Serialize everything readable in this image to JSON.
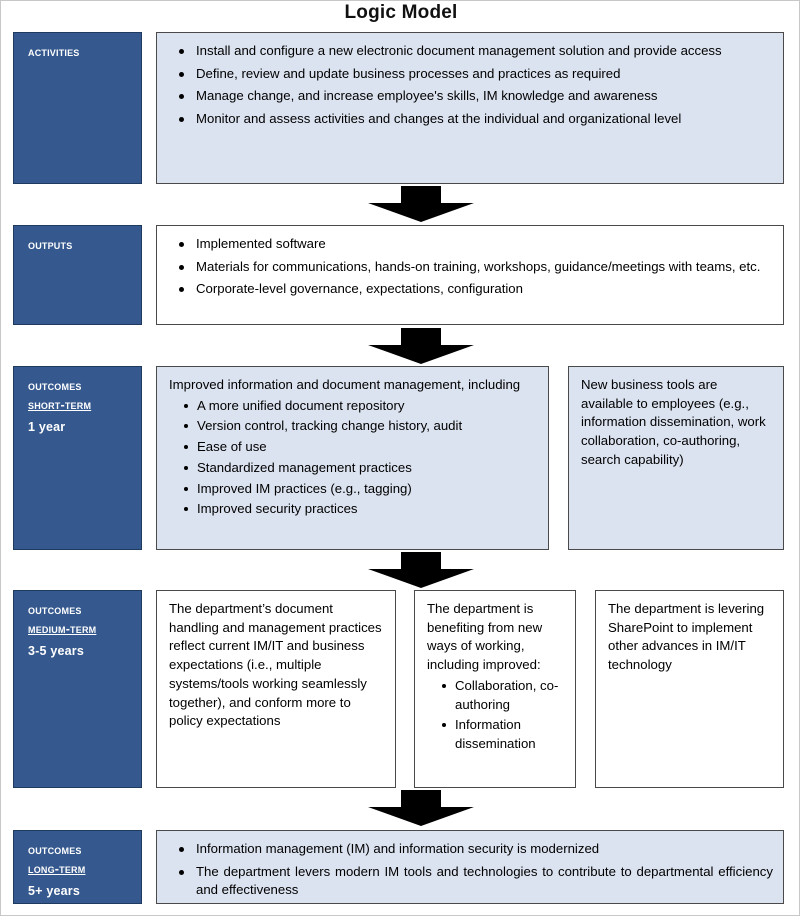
{
  "title": "Logic Model",
  "colors": {
    "label_fill": "#35598E",
    "label_border": "#1F3A5F",
    "label_text": "#FFFFFF",
    "box_border": "#4A4A4A",
    "box_fill_white": "#FFFFFF",
    "box_fill_tinted": "#DCE3F0",
    "arrow": "#000000",
    "canvas_border": "#C8C8C8"
  },
  "rows": {
    "activities": {
      "label": {
        "line1": "Activities"
      },
      "items": [
        "Install and configure a new electronic document management solution and provide access",
        "Define, review and update business processes and practices as required",
        "Manage change, and increase employee's skills, IM knowledge and awareness",
        "Monitor and assess activities and changes at the individual and organizational level"
      ]
    },
    "outputs": {
      "label": {
        "line1": "Outputs"
      },
      "items": [
        "Implemented software",
        "Materials for communications, hands-on training, workshops, guidance/meetings with teams, etc.",
        "Corporate-level governance, expectations, configuration"
      ]
    },
    "outcomes_short": {
      "label": {
        "line1": "Outcomes",
        "line2": "Short-Term",
        "line3": "1 year"
      },
      "col1": {
        "intro": "Improved information and document management, including",
        "items": [
          "A more unified document repository",
          "Version control, tracking change history, audit",
          "Ease of use",
          "Standardized management practices",
          "Improved IM practices (e.g., tagging)",
          "Improved security practices"
        ]
      },
      "col2": {
        "text": "New business tools are available to employees (e.g., information dissemination, work collaboration, co-authoring, search capability)"
      }
    },
    "outcomes_medium": {
      "label": {
        "line1": "Outcomes",
        "line2": "Medium-Term",
        "line3": "3-5 years"
      },
      "col1": {
        "text": "The department’s document handling and management practices reflect current IM/IT and business expectations (i.e., multiple systems/tools working seamlessly together), and conform more to policy expectations"
      },
      "col2": {
        "intro": "The department is benefiting from new ways of working, including improved:",
        "items": [
          "Collaboration, co-authoring",
          "Information dissemination"
        ]
      },
      "col3": {
        "text": "The department is levering SharePoint to implement other advances in IM/IT technology"
      }
    },
    "outcomes_long": {
      "label": {
        "line1": "Outcomes",
        "line2": "Long-Term",
        "line3": "5+ years"
      },
      "items": [
        "Information management (IM) and information security is modernized",
        "The department levers modern IM tools and technologies to contribute to departmental efficiency and effectiveness"
      ]
    }
  },
  "arrows": [
    {
      "name": "arrow-activities-to-outputs"
    },
    {
      "name": "arrow-outputs-to-short-term"
    },
    {
      "name": "arrow-short-to-medium-term"
    },
    {
      "name": "arrow-medium-to-long-term"
    }
  ]
}
